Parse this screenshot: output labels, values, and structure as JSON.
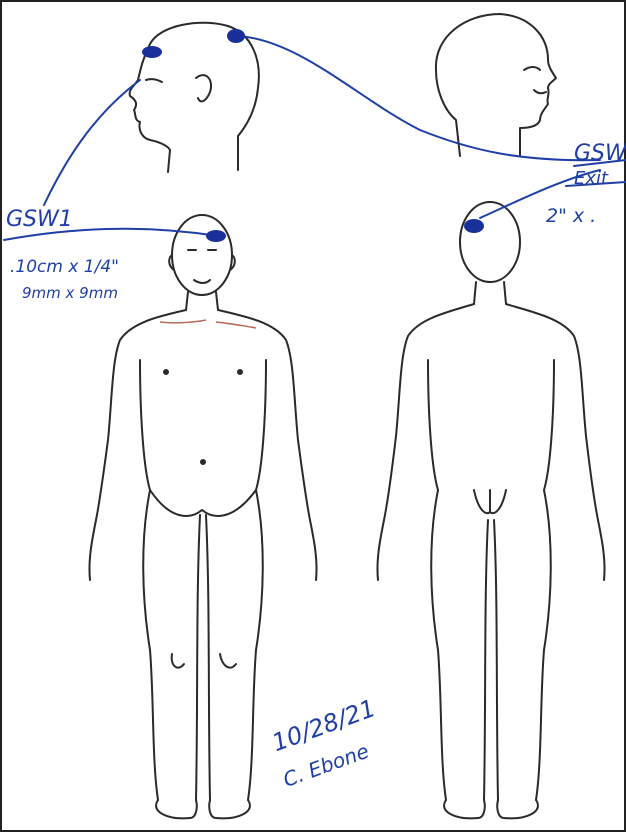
{
  "colors": {
    "ink": "#1f3fa6",
    "outline": "#2a2a2a",
    "wound": "#1a2f9a",
    "skin_shade": "#b86a5a"
  },
  "wound_marks": [
    {
      "id": "entry",
      "label": "GSW1"
    },
    {
      "id": "exit",
      "label": "Exit"
    }
  ],
  "annotations": {
    "gsw1_label": "GSW1",
    "gsw1_line1": ".10cm x 1/4\"",
    "gsw1_line2": "9mm x 9mm",
    "gsw_right_label": "GSW",
    "exit_label": "Exit",
    "exit_size": "2\" x .",
    "date": "10/28/21",
    "signature": "C. Ebone"
  }
}
